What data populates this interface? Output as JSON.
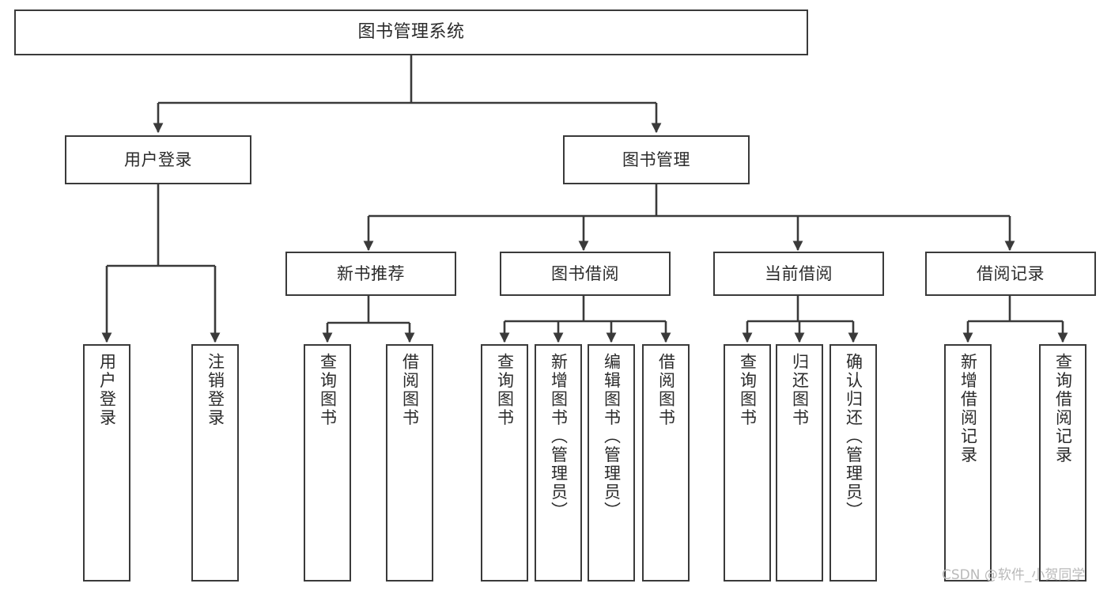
{
  "diagram": {
    "type": "tree",
    "title": "图书管理系统",
    "colors": {
      "box_border": "#3a3a3a",
      "box_fill": "#ffffff",
      "edge": "#3a3a3a",
      "text": "#2b2b2b",
      "background": "#ffffff",
      "watermark": "#b9b9b9"
    },
    "nodes": {
      "root": {
        "label": "图书管理系统"
      },
      "level1": [
        {
          "label": "用户登录"
        },
        {
          "label": "图书管理"
        }
      ],
      "level2": [
        {
          "label": "新书推荐"
        },
        {
          "label": "图书借阅"
        },
        {
          "label": "当前借阅"
        },
        {
          "label": "借阅记录"
        }
      ],
      "leaves": {
        "user_login": [
          {
            "label": "用户登录"
          },
          {
            "label": "注销登录"
          }
        ],
        "new_book_recommend": [
          {
            "label": "查询图书"
          },
          {
            "label": "借阅图书"
          }
        ],
        "book_borrow": [
          {
            "label": "查询图书"
          },
          {
            "label": "新增图书（管理员）"
          },
          {
            "label": "编辑图书（管理员）"
          },
          {
            "label": "借阅图书"
          }
        ],
        "current_borrow": [
          {
            "label": "查询图书"
          },
          {
            "label": "归还图书"
          },
          {
            "label": "确认归还（管理员）"
          }
        ],
        "borrow_record": [
          {
            "label": "新增借阅记录"
          },
          {
            "label": "查询借阅记录"
          }
        ]
      }
    },
    "watermark": "CSDN @软件_小贺同学"
  }
}
